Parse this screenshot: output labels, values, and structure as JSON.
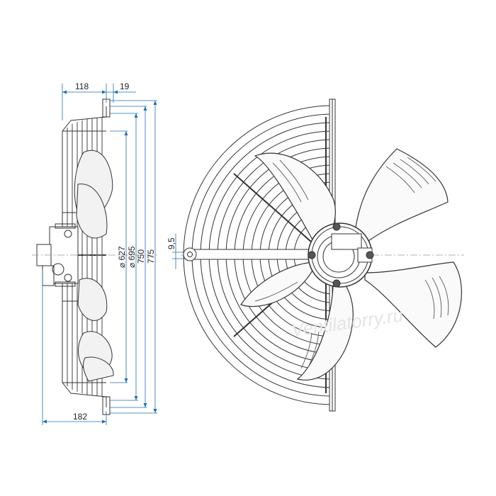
{
  "drawing": {
    "side_view": {
      "dim_top_left": "118",
      "dim_top_right": "19",
      "dim_bottom": "182",
      "dia_1": "⌀ 627",
      "dia_2": "⌀ 695",
      "dia_3": "750",
      "dia_4": "775"
    },
    "front_view": {
      "slot_dim": "9,5",
      "blade_count": 5
    },
    "watermark": "Ventilatorry.ru",
    "colors": {
      "line": "#333333",
      "dimension": "#1e6fb0",
      "centerline": "#999999",
      "watermark": "#e4e4e4"
    }
  }
}
